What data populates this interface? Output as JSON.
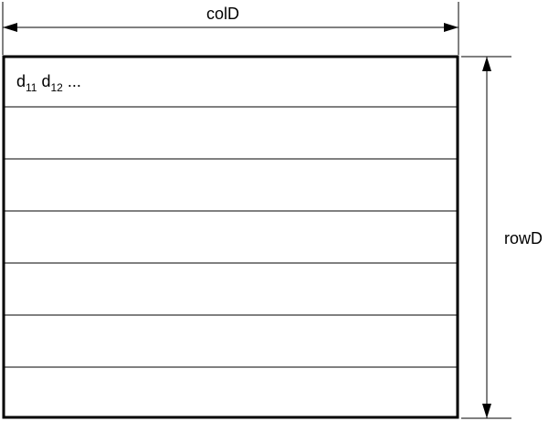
{
  "diagram": {
    "col_label": "colD",
    "row_label": "rowD",
    "first_row": {
      "d": "d",
      "sub_1": "11",
      "sub_2": "12",
      "ellipsis": " ..."
    },
    "row_count": 7,
    "colors": {
      "stroke": "#000000",
      "background": "#ffffff"
    }
  }
}
